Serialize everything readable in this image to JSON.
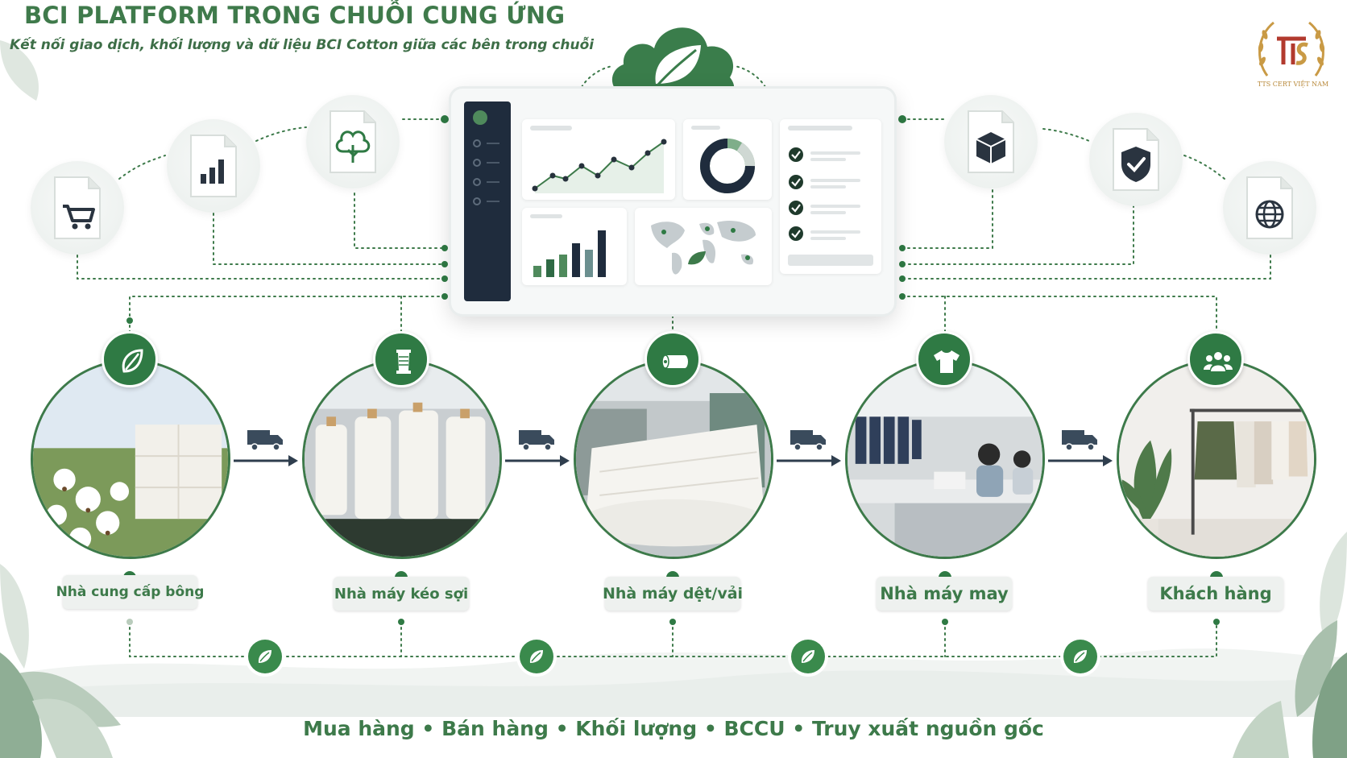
{
  "header": {
    "title": "BCI PLATFORM TRONG CHUỖI CUNG ỨNG",
    "subtitle": "Kết nối giao dịch, khối lượng và dữ liệu BCI Cotton giữa các bên trong chuỗi"
  },
  "logo": {
    "monogram": "TTS",
    "caption": "TTS CERT VIỆT NAM"
  },
  "doc_icons": [
    {
      "icon": "shopping-cart-icon"
    },
    {
      "icon": "bar-chart-icon"
    },
    {
      "icon": "cotton-plant-icon"
    },
    {
      "icon": "package-box-icon"
    },
    {
      "icon": "shield-check-icon"
    },
    {
      "icon": "globe-icon"
    }
  ],
  "stages": [
    {
      "label": "Nhà cung cấp bông",
      "icon": "leaf-icon",
      "scene": "cotton-field"
    },
    {
      "label": "Nhà máy kéo sợi",
      "icon": "spool-icon",
      "scene": "spinning-mill"
    },
    {
      "label": "Nhà máy dệt/vải",
      "icon": "fabric-roll-icon",
      "scene": "weaving-mill"
    },
    {
      "label": "Nhà máy may",
      "icon": "tshirt-icon",
      "scene": "garment-factory"
    },
    {
      "label": "Khách hàng",
      "icon": "people-icon",
      "scene": "clothing-rack"
    }
  ],
  "footer": {
    "tagline": "Mua hàng • Bán hàng • Khối lượng • BCCU • Truy xuất nguồn gốc"
  },
  "colors": {
    "brand_green": "#3d7a4a",
    "badge_green": "#2f7a44",
    "dashboard_sidebar": "#1f2c3d",
    "logo_gold": "#b8893a",
    "logo_red": "#b23a2e"
  }
}
